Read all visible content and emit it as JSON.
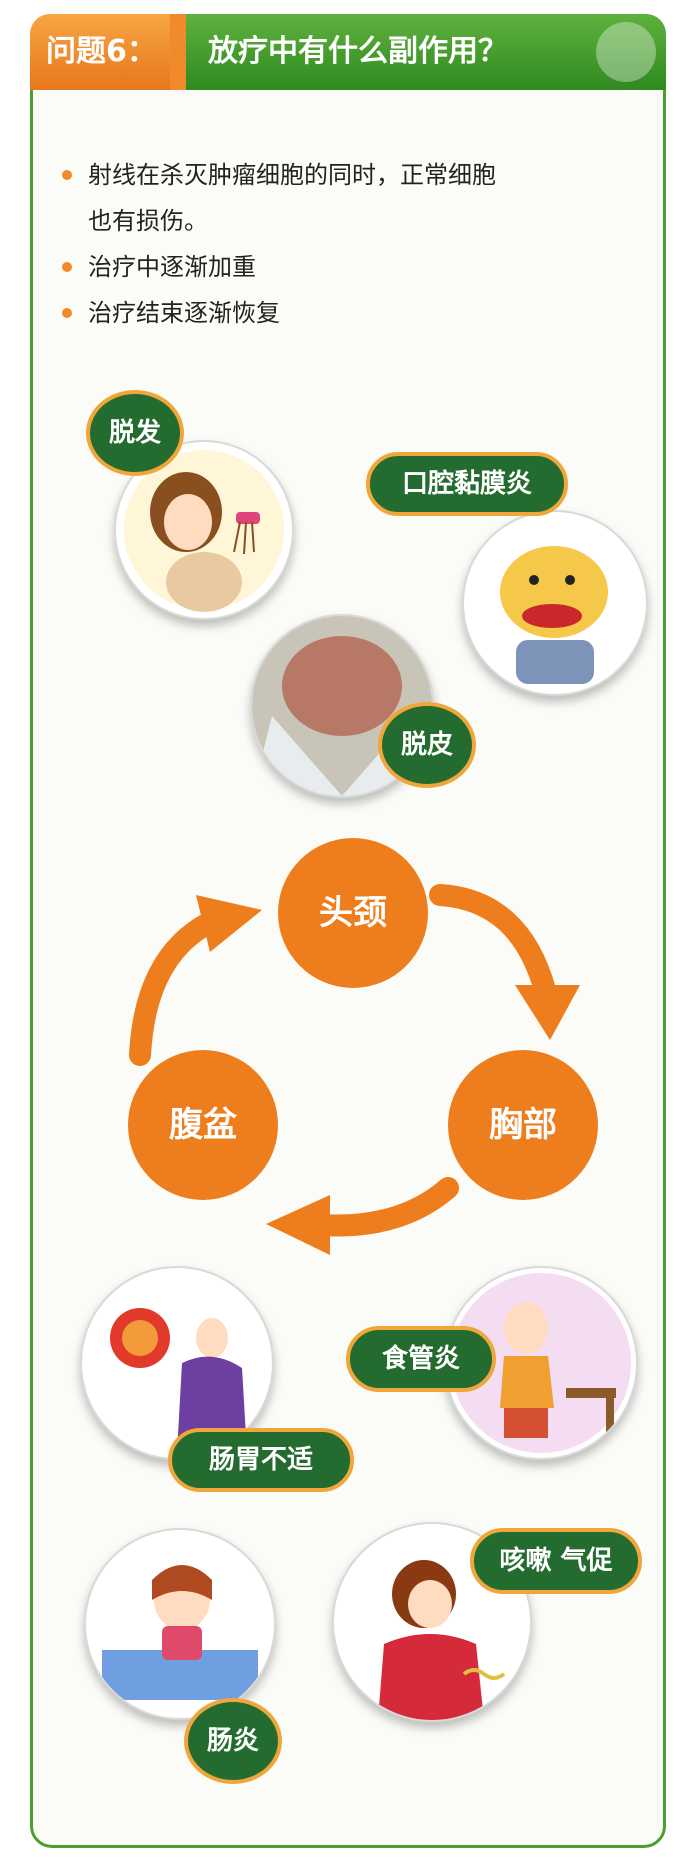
{
  "header": {
    "question_tag": "问题6：",
    "title": "放疗中有什么副作用？"
  },
  "bullets": [
    "射线在杀灭肿瘤细胞的同时，正常细胞也有损伤。",
    "治疗中逐渐加重",
    "治疗结束逐渐恢复"
  ],
  "side_effects_head": {
    "hair_loss": "脱发",
    "oral_mucositis": "口腔黏膜炎",
    "skin_peeling": "脱皮"
  },
  "cycle": {
    "head_neck": "头颈",
    "chest": "胸部",
    "pelvis": "腹盆"
  },
  "side_effects_body": {
    "esophagitis": "食管炎",
    "gi_discomfort": "肠胃不适",
    "cough": "咳嗽 气促",
    "enteritis": "肠炎"
  },
  "colors": {
    "accent_orange": "#ee7d1d",
    "label_green": "#246b2f",
    "border_green": "#4aa02c"
  }
}
